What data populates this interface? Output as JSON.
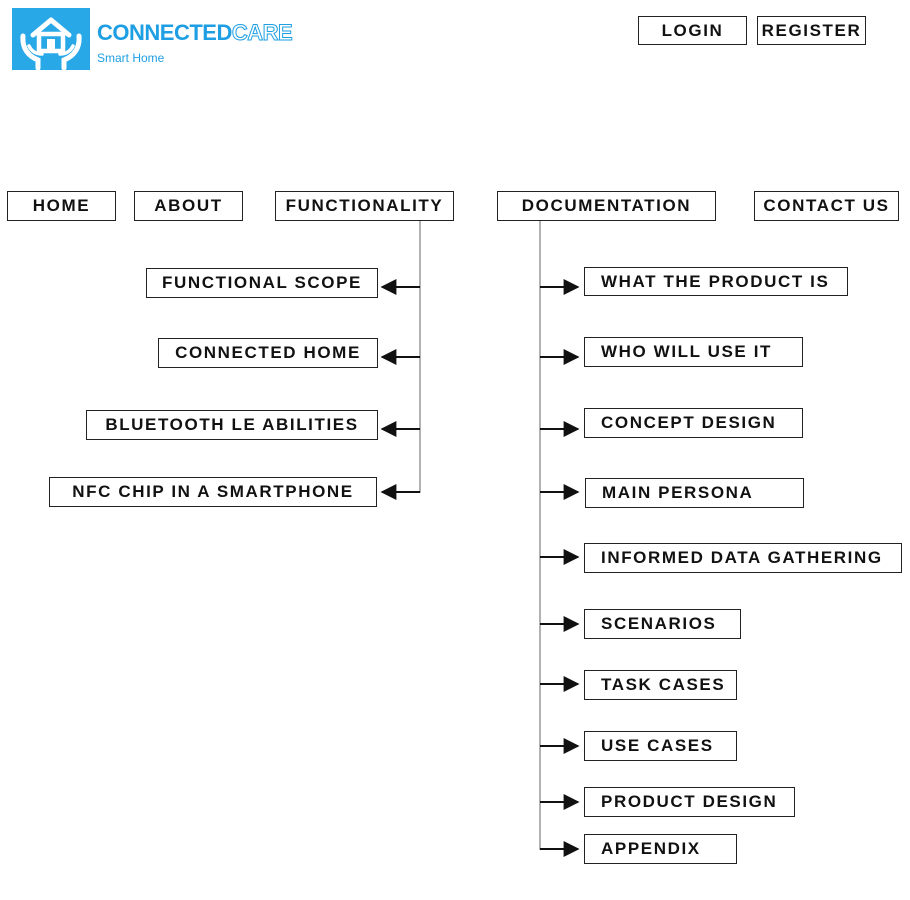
{
  "brand": {
    "name_part1": "CONNECTED",
    "name_part2": "CARE",
    "tagline": "Smart Home",
    "logo_icon": "home-in-hands-icon",
    "accent_color": "#1e9fe3"
  },
  "header": {
    "login_label": "LOGIN",
    "register_label": "REGISTER"
  },
  "nav": {
    "home": "HOME",
    "about": "ABOUT",
    "functionality": "FUNCTIONALITY",
    "documentation": "DOCUMENTATION",
    "contact": "CONTACT US"
  },
  "functionality_children": [
    "FUNCTIONAL SCOPE",
    "CONNECTED HOME",
    "BLUETOOTH LE ABILITIES",
    "NFC CHIP IN A SMARTPHONE"
  ],
  "documentation_children": [
    "WHAT THE PRODUCT IS",
    "WHO WILL USE IT",
    "CONCEPT DESIGN",
    "MAIN PERSONA",
    "INFORMED DATA GATHERING",
    "SCENARIOS",
    "TASK CASES",
    "USE CASES",
    "PRODUCT DESIGN",
    "APPENDIX"
  ]
}
